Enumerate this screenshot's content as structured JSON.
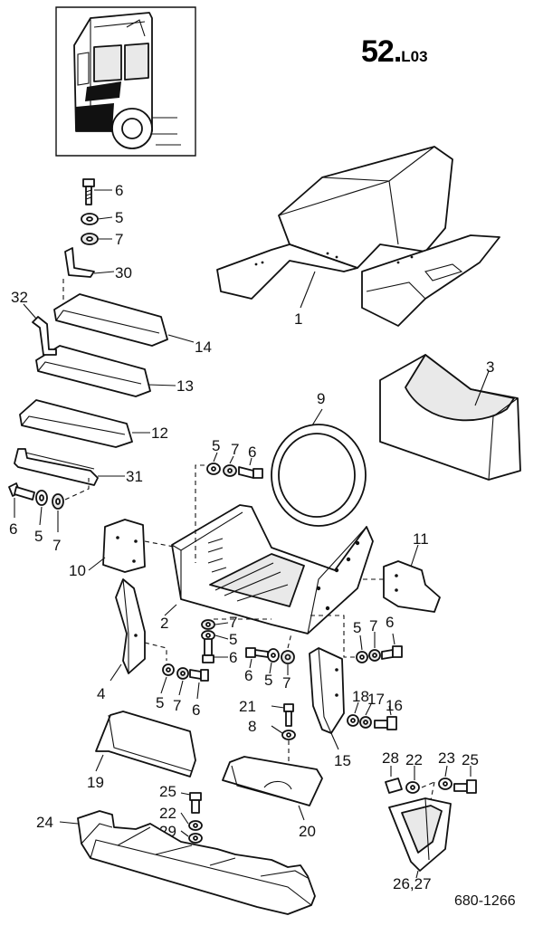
{
  "page": {
    "number": "52.",
    "suffix": "L03"
  },
  "drawing_code": "680-1266",
  "labels": {
    "l1": "1",
    "l2": "2",
    "l3": "3",
    "l4": "4",
    "l5a": "5",
    "l5b": "5",
    "l5c": "5",
    "l5d": "5",
    "l5e": "5",
    "l5f": "5",
    "l5g": "5",
    "l6a": "6",
    "l6b": "6",
    "l6c": "6",
    "l6d": "6",
    "l6e": "6",
    "l6f": "6",
    "l6g": "6",
    "l7a": "7",
    "l7b": "7",
    "l7c": "7",
    "l7d": "7",
    "l7e": "7",
    "l7f": "7",
    "l7g": "7",
    "l8": "8",
    "l9": "9",
    "l10": "10",
    "l11": "11",
    "l12": "12",
    "l13": "13",
    "l14": "14",
    "l15": "15",
    "l16": "16",
    "l17": "17",
    "l18": "18",
    "l19": "19",
    "l20": "20",
    "l21": "21",
    "l22a": "22",
    "l22b": "22",
    "l23": "23",
    "l24": "24",
    "l25a": "25",
    "l25b": "25",
    "l26": "26,27",
    "l28": "28",
    "l29": "29",
    "l30": "30",
    "l31": "31",
    "l32": "32"
  }
}
